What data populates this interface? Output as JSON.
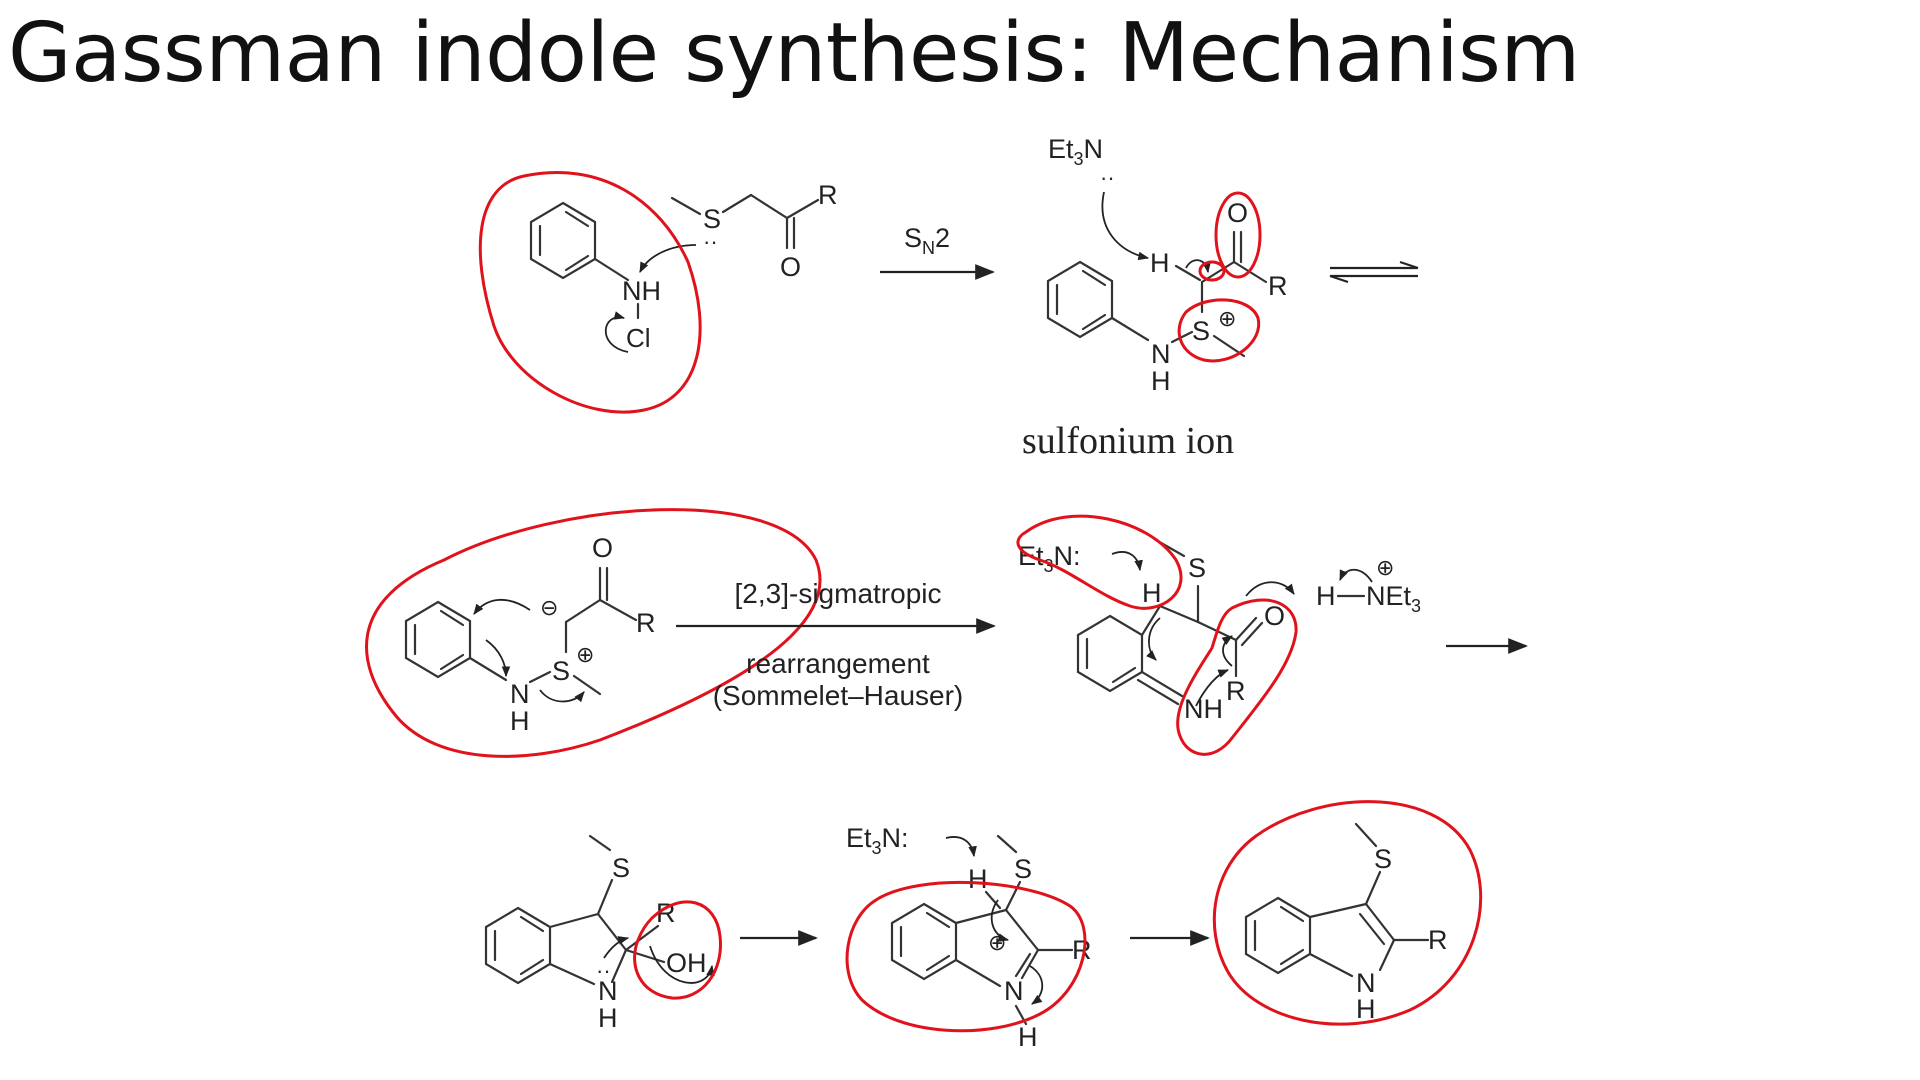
{
  "title": "Gassman indole synthesis: Mechanism",
  "colors": {
    "annotation": "#e0121b",
    "structure": "#333333"
  },
  "row1": {
    "reactant_labels": {
      "nh": "NH",
      "cl": "Cl",
      "s": "S",
      "r": "R",
      "o": "O"
    },
    "arrow1_label_main": "S",
    "arrow1_label_sub": "N",
    "arrow1_label_tail": "2",
    "base_main": "Et",
    "base_sub": "3",
    "base_tail": "N",
    "sulfonium_labels": {
      "h": "H",
      "o": "O",
      "r": "R",
      "s": "S",
      "n": "N",
      "nh": "H",
      "plus": "⊕"
    },
    "caption": "sulfonium ion"
  },
  "row2": {
    "ylide_labels": {
      "o": "O",
      "r": "R",
      "n": "N",
      "h": "H",
      "s": "S",
      "plus": "⊕",
      "minus": "⊖"
    },
    "arrow_label_1": "[2,3]-sigmatropic",
    "arrow_label_2": "rearrangement",
    "arrow_label_3": "(Sommelet–Hauser)",
    "base_text": "Et",
    "base_sub": "3",
    "base_tail": "N:",
    "intermediate_labels": {
      "h": "H",
      "s": "S",
      "o": "O",
      "r": "R",
      "nh": "NH"
    },
    "ammonium_h": "H",
    "ammonium_n": "NEt",
    "ammonium_sub": "3",
    "ammonium_plus": "⊕"
  },
  "row3": {
    "hemiaminal_labels": {
      "s": "S",
      "r": "R",
      "oh": "OH",
      "n": "N",
      "h": "H"
    },
    "base_text": "Et",
    "base_sub": "3",
    "base_tail": "N:",
    "iminium_labels": {
      "h": "H",
      "s": "S",
      "r": "R",
      "n": "N",
      "nh": "H",
      "plus": "⊕"
    },
    "product_labels": {
      "s": "S",
      "r": "R",
      "n": "N",
      "h": "H"
    }
  }
}
